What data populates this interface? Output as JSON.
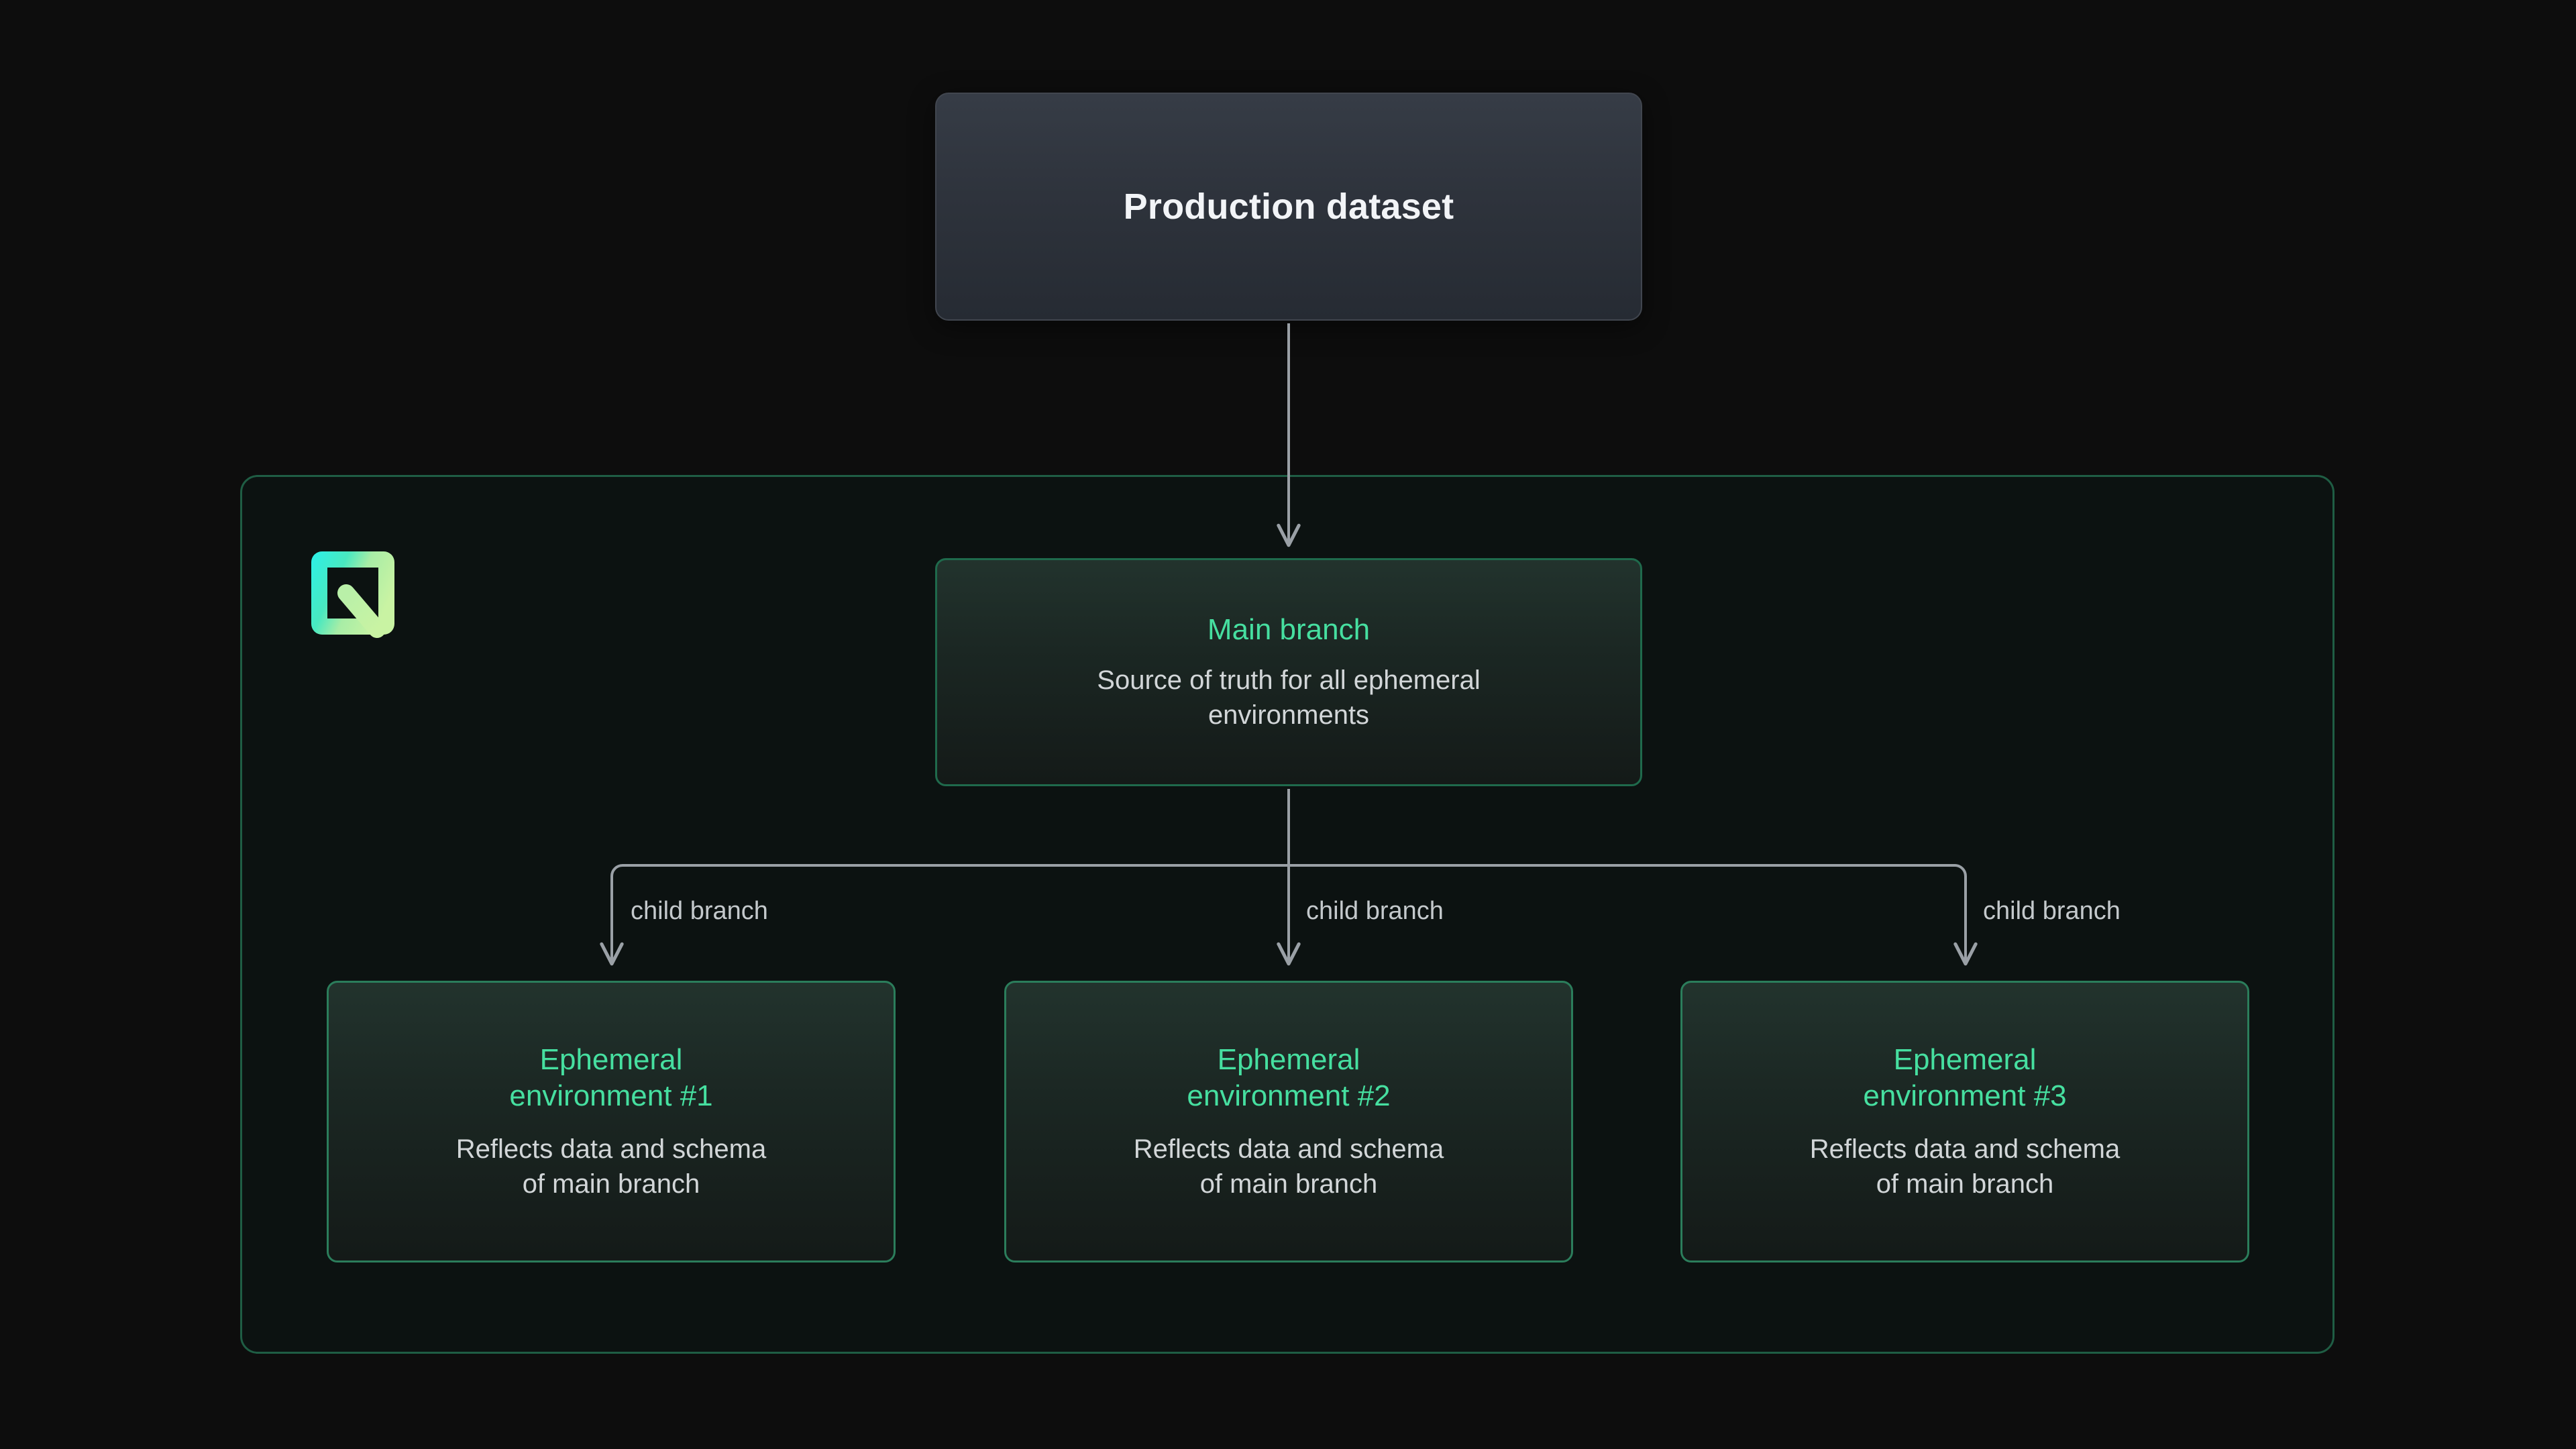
{
  "diagram": {
    "title": "Neon branching: production dataset to ephemeral environments",
    "colors": {
      "page_background": "#0d0d0d",
      "container_background": "#0c1211",
      "container_border": "#1f5d44",
      "accent_green": "#46dfa0",
      "connector_gray": "#9aa0a6",
      "prod_card_top": "#363c46",
      "prod_card_bottom": "#262b33",
      "logo_gradient_from": "#2bf0e0",
      "logo_gradient_to": "#c3f2a0"
    }
  },
  "production": {
    "title": "Production dataset"
  },
  "logo": {
    "name": "neon-logo"
  },
  "main_branch": {
    "title": "Main branch",
    "subtitle": "Source of truth for all ephemeral\nenvironments"
  },
  "edges": {
    "production_to_main": "",
    "child_labels": [
      "child branch",
      "child branch",
      "child branch"
    ]
  },
  "ephemeral": [
    {
      "title": "Ephemeral\nenvironment #1",
      "subtitle": "Reflects data and schema\nof main branch"
    },
    {
      "title": "Ephemeral\nenvironment #2",
      "subtitle": "Reflects data and schema\nof main branch"
    },
    {
      "title": "Ephemeral\nenvironment #3",
      "subtitle": "Reflects data and schema\nof main branch"
    }
  ]
}
